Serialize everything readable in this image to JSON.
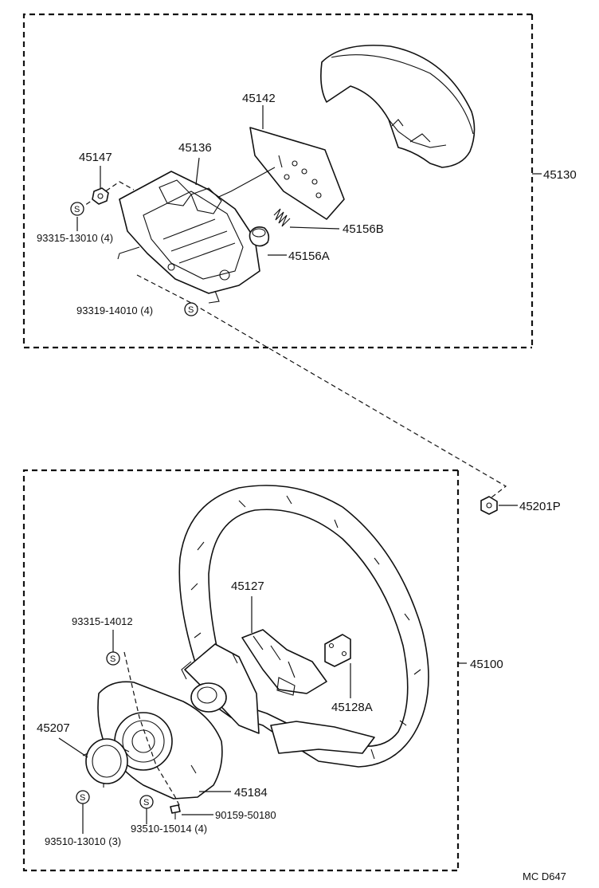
{
  "upper_group": {
    "assembly_number": "45130",
    "parts": {
      "p45142": "45142",
      "p45136": "45136",
      "p45147": "45147",
      "p45156B": "45156B",
      "p45156A": "45156A",
      "screw_13010": "93315-13010 (4)",
      "screw_14010": "93319-14010 (4)"
    }
  },
  "nut_label": "45201P",
  "lower_group": {
    "assembly_number": "45100",
    "parts": {
      "p45127": "45127",
      "p45128A": "45128A",
      "screw_14012": "93315-14012",
      "p45207": "45207",
      "p45184": "45184",
      "bolt_50180": "90159-50180",
      "screw_15014": "93510-15014 (4)",
      "screw_13010_3": "93510-13010 (3)"
    }
  },
  "symbol_letter": "S",
  "footer_code": "MC  D647"
}
